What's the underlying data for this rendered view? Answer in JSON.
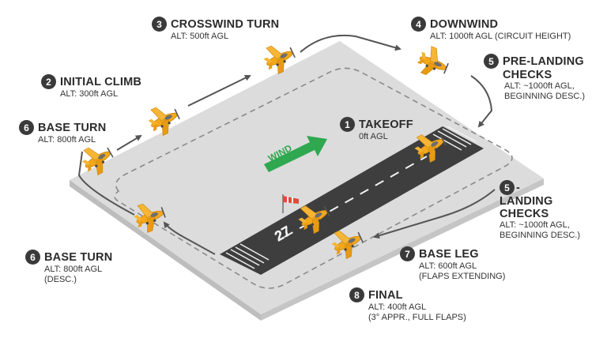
{
  "colors": {
    "ground": "#dcdcdc",
    "ground_edge": "#c2c2c2",
    "runway": "#3e3e3e",
    "markings": "#f2f2f2",
    "path": "#555555",
    "circuit": "#8a8a8a",
    "aircraft": "#f3a81c",
    "wind": "#2fa84f",
    "badge": "#3a3a3a"
  },
  "runway": {
    "number": "27"
  },
  "wind": {
    "label": "WIND"
  },
  "legs": [
    {
      "num": "1",
      "title": "TAKEOFF",
      "alt": "0ft AGL"
    },
    {
      "num": "2",
      "title": "INITIAL CLIMB",
      "alt": "ALT: 300ft AGL"
    },
    {
      "num": "3",
      "title": "CROSSWIND TURN",
      "alt": "ALT: 500ft AGL"
    },
    {
      "num": "4",
      "title": "DOWNWIND",
      "alt": "ALT: 1000ft AGL (CIRCUIT HEIGHT)"
    },
    {
      "num": "5",
      "title_1": "PRE-LANDING",
      "title_2": "CHECKS",
      "alt_1": "ALT: ~1000ft AGL,",
      "alt_2": "BEGINNING DESC.)"
    },
    {
      "num": "5",
      "num_suffix": "-",
      "title_1": "LANDING",
      "title_2": "CHECKS",
      "alt_1": "ALT: ~1000ft AGL,",
      "alt_2": "BEGINNING DESC.)"
    },
    {
      "num": "6",
      "title": "BASE TURN",
      "alt": "ALT: 800ft AGL"
    },
    {
      "num": "6",
      "title": "BASE TURN",
      "alt_1": "ALT: 800ft AGL",
      "alt_2": "(DESC.)"
    },
    {
      "num": "7",
      "title": "BASE LEG",
      "alt_1": "ALT: 600ft AGL",
      "alt_2": "(FLAPS EXTENDING)"
    },
    {
      "num": "8",
      "title": "FINAL",
      "alt_1": "ALT: 400ft AGL",
      "alt_2": "(3° APPR., FULL FLAPS)"
    }
  ]
}
